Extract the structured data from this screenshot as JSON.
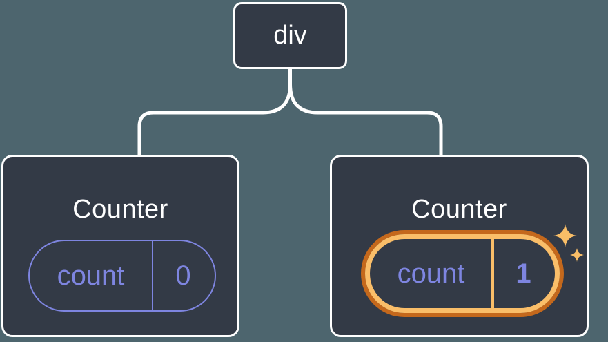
{
  "colors": {
    "background": "#4D656E",
    "node_bg": "#333A46",
    "node_border": "#FFFFFF",
    "accent_purple": "#7E85E0",
    "highlight_inner": "#FABE69",
    "highlight_outer": "#C4681C",
    "sparkle": "#F9BE67",
    "title_color": "#FFFFFF"
  },
  "diagram": {
    "root": {
      "label": "div"
    },
    "children": [
      {
        "title": "Counter",
        "state_key": "count",
        "state_value": "0",
        "highlighted": false
      },
      {
        "title": "Counter",
        "state_key": "count",
        "state_value": "1",
        "highlighted": true
      }
    ]
  }
}
